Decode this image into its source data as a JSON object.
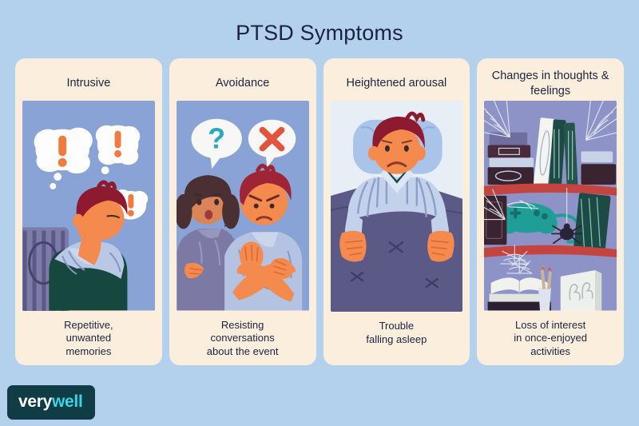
{
  "title": "PTSD Symptoms",
  "brand": {
    "part1": "very",
    "part2": "well",
    "bg": "#103c45",
    "accent": "#3ad3e8"
  },
  "background_color": "#b3d1ed",
  "card_color": "#fceedd",
  "text_color": "#1c2340",
  "cards": [
    {
      "id": "intrusive",
      "title": "Intrusive",
      "caption": "Repetitive,\nunwanted\nmemories",
      "illustration": "person-head-in-hands-with-exclamation-thought-bubbles",
      "illustration_bg": "#8aa3d6",
      "accent": "#f07a40"
    },
    {
      "id": "avoidance",
      "title": "Avoidance",
      "caption": "Resisting\nconversations\nabout the event",
      "illustration": "two-people-arms-crossed-with-question-and-x-speech-bubbles",
      "illustration_bg": "#8aa3d6",
      "accent": "#e2553c"
    },
    {
      "id": "heightened-arousal",
      "title": "Heightened\narousal",
      "caption": "Trouble\nfalling asleep",
      "illustration": "person-awake-in-bed-unable-to-sleep",
      "illustration_bg": "#e6edf5",
      "accent": "#5c5a87"
    },
    {
      "id": "changes-in-thoughts-feelings",
      "title": "Changes in\nthoughts & feelings",
      "caption": "Loss of interest\nin once-enjoyed\nactivities",
      "illustration": "dusty-cobwebbed-shelf-with-unused-hobbies",
      "illustration_bg": "#8d93c6",
      "accent": "#c4453f"
    }
  ]
}
